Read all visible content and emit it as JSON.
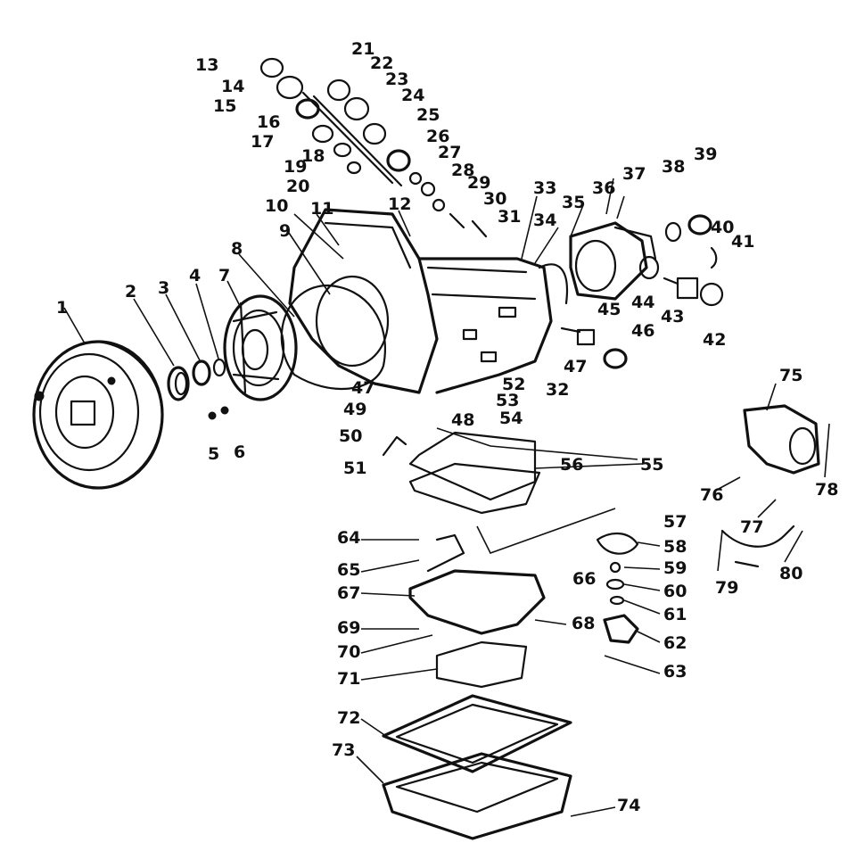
{
  "callouts": [
    "1",
    "2",
    "3",
    "4",
    "5",
    "6",
    "7",
    "8",
    "9",
    "10",
    "11",
    "12",
    "13",
    "14",
    "15",
    "16",
    "17",
    "18",
    "19",
    "20",
    "21",
    "22",
    "23",
    "24",
    "25",
    "26",
    "27",
    "28",
    "29",
    "30",
    "31",
    "32",
    "33",
    "34",
    "35",
    "36",
    "37",
    "38",
    "39",
    "40",
    "41",
    "42",
    "43",
    "44",
    "45",
    "46",
    "47",
    "47",
    "48",
    "49",
    "50",
    "51",
    "52",
    "53",
    "54",
    "55",
    "56",
    "57",
    "58",
    "59",
    "60",
    "61",
    "62",
    "63",
    "64",
    "65",
    "66",
    "67",
    "68",
    "69",
    "70",
    "71",
    "72",
    "73",
    "74",
    "75",
    "76",
    "77",
    "78",
    "79",
    "80"
  ]
}
